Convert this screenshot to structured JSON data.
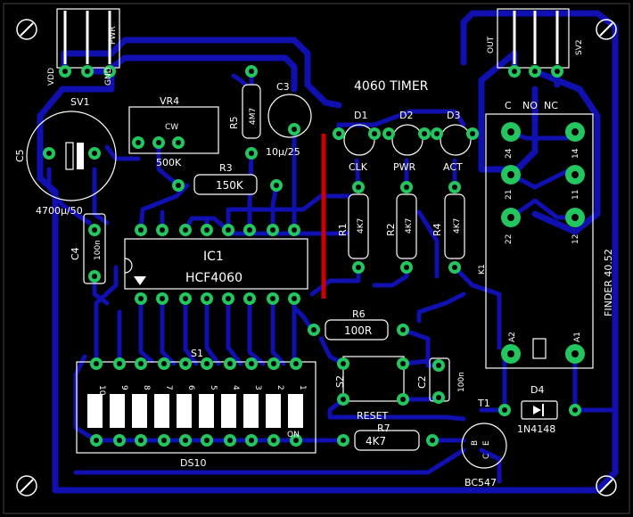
{
  "board": {
    "title": "4060 TIMER",
    "background": "#000000",
    "trace_color": "#1010b0",
    "pad_color": "#22c55e",
    "silkscreen_color": "#ffffff",
    "jumper_color": "#cc0000"
  },
  "connectors": {
    "sv1": {
      "ref": "SV1",
      "pins": [
        "VDD",
        "GND",
        "PWR"
      ]
    },
    "sv2": {
      "ref": "SV2",
      "pins": [
        "OUT",
        "",
        ""
      ]
    }
  },
  "relay": {
    "name": "FINDER 40.52",
    "ref": "K1",
    "contacts": [
      "C",
      "NO",
      "NC"
    ],
    "pin_labels": [
      "24",
      "14",
      "21",
      "11",
      "22",
      "12",
      "A2",
      "A1"
    ]
  },
  "components": {
    "c5": {
      "ref": "C5",
      "value": "4700µ/50"
    },
    "vr4": {
      "ref": "VR4",
      "value": "500K",
      "direction": "CW"
    },
    "r5": {
      "ref": "R5",
      "value": "4M7"
    },
    "c3": {
      "ref": "C3",
      "value": "10µ/25"
    },
    "r3": {
      "ref": "R3",
      "value": "150K"
    },
    "c4": {
      "ref": "C4",
      "value": "100n"
    },
    "ic1": {
      "ref": "IC1",
      "value": "HCF4060"
    },
    "d1": {
      "ref": "D1",
      "label": "CLK"
    },
    "d2": {
      "ref": "D2",
      "label": "PWR"
    },
    "d3": {
      "ref": "D3",
      "label": "ACT"
    },
    "r1": {
      "ref": "R1",
      "value": "4K7"
    },
    "r2": {
      "ref": "R2",
      "value": "4K7"
    },
    "r4": {
      "ref": "R4",
      "value": "4K7"
    },
    "r6": {
      "ref": "R6",
      "value": "100R"
    },
    "s2": {
      "ref": "S2",
      "label": "RESET"
    },
    "c2": {
      "ref": "C2",
      "value": "100n"
    },
    "d4": {
      "ref": "D4",
      "value": "1N4148"
    },
    "t1": {
      "ref": "T1",
      "value": "BC547",
      "pins": [
        "B",
        "C",
        "E"
      ]
    },
    "r7": {
      "ref": "R7",
      "value": "4K7"
    },
    "s1": {
      "ref": "S1",
      "name": "DS10",
      "on_label": "ON",
      "switch_numbers": [
        "10",
        "9",
        "8",
        "7",
        "6",
        "5",
        "4",
        "3",
        "2",
        "1"
      ]
    }
  }
}
